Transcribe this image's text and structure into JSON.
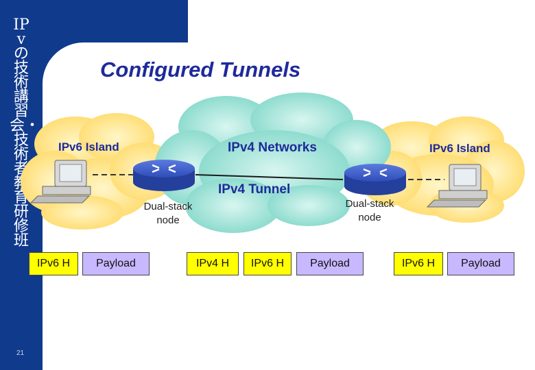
{
  "slide": {
    "title": "Configured Tunnels",
    "sidebar_text": "IPvの技術講習会・技術者教育研修班",
    "page_number": "21"
  },
  "clouds": {
    "left_island": "IPv6 Island",
    "center": "IPv4 Networks",
    "right_island": "IPv6 Island"
  },
  "tunnel_label": "IPv4 Tunnel",
  "nodes": {
    "left": "Dual-stack node",
    "right": "Dual-stack node"
  },
  "packets": {
    "left": [
      "IPv6 H",
      "Payload"
    ],
    "middle": [
      "IPv4 H",
      "IPv6 H",
      "Payload"
    ],
    "right": [
      "IPv6 H",
      "Payload"
    ]
  },
  "colors": {
    "sidebar": "#103a8c",
    "title": "#1e2a9a",
    "island_cloud": "#ffe58a",
    "ipv4_cloud": "#a8e6dc",
    "header_box": "#ffff00",
    "payload_box": "#c8b8ff",
    "router": "#3a56c8"
  }
}
